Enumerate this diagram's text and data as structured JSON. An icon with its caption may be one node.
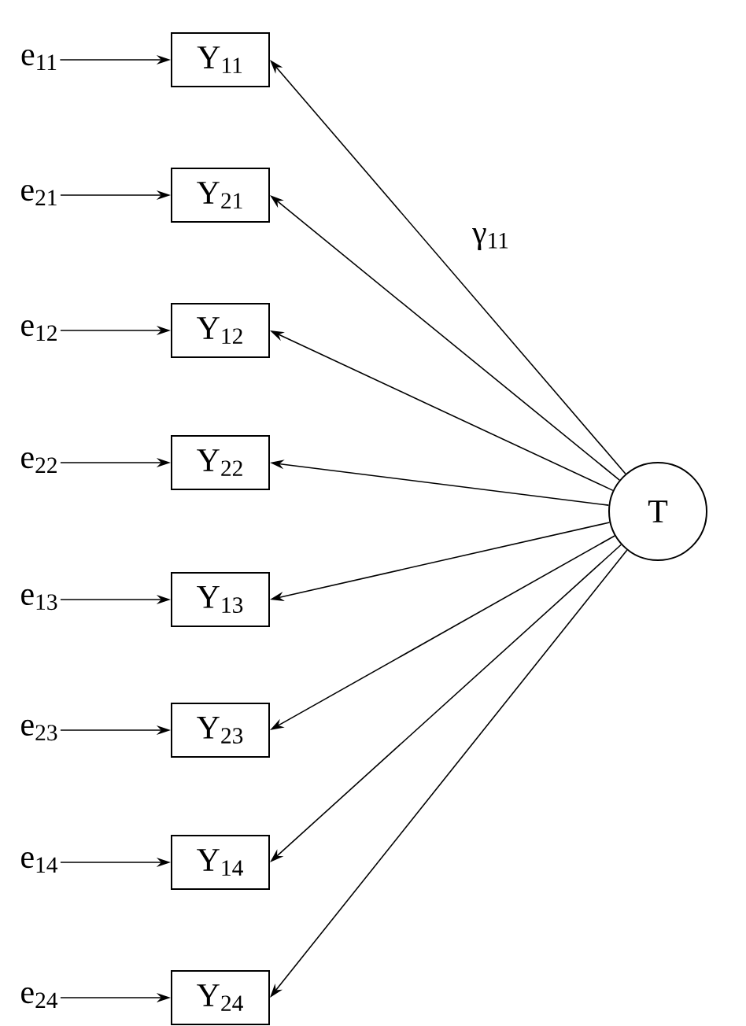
{
  "diagram": {
    "nodes": [
      {
        "text": [
          "e$_{11}$"
        ]
      },
      {
        "text": [
          "Y$_{11}$"
        ]
      },
      {
        "text": [
          "e$_{21}$"
        ]
      },
      {
        "text": [
          "Y$_{21}$"
        ]
      },
      {
        "text": [
          "e$_{12}$"
        ]
      },
      {
        "text": [
          "Y$_{12}$"
        ]
      },
      {
        "text": [
          "e$_{22}$"
        ]
      },
      {
        "text": [
          "Y$_{22}$"
        ]
      },
      {
        "text": [
          "e$_{13}$"
        ]
      },
      {
        "text": [
          "Y$_{13}$"
        ]
      },
      {
        "text": [
          "e$_{23}$"
        ]
      },
      {
        "text": [
          "Y$_{23}$"
        ]
      },
      {
        "text": [
          "e$_{14}$"
        ]
      },
      {
        "text": [
          "Y$_{14}$"
        ]
      },
      {
        "text": [
          "e$_{24}$"
        ]
      },
      {
        "text": [
          "Y$_{24}$"
        ]
      },
      {
        "text": [
          "T"
        ]
      }
    ],
    "edges": [
      {
        "from": 0,
        "to": 1,
        "arrow": "to"
      },
      {
        "from": 2,
        "to": 3,
        "arrow": "to"
      },
      {
        "from": 4,
        "to": 5,
        "arrow": "to"
      },
      {
        "from": 6,
        "to": 7,
        "arrow": "to"
      },
      {
        "from": 8,
        "to": 9,
        "arrow": "to"
      },
      {
        "from": 10,
        "to": 11,
        "arrow": "to"
      },
      {
        "from": 12,
        "to": 13,
        "arrow": "to"
      },
      {
        "from": 14,
        "to": 15,
        "arrow": "to"
      },
      {
        "from": 16,
        "to": 1,
        "arrow": "to",
        "label": "γ$_{11}$"
      },
      {
        "from": 16,
        "to": 3,
        "arrow": "to"
      },
      {
        "from": 16,
        "to": 5,
        "arrow": "to"
      },
      {
        "from": 16,
        "to": 7,
        "arrow": "to"
      },
      {
        "from": 16,
        "to": 9,
        "arrow": "to"
      },
      {
        "from": 16,
        "to": 11,
        "arrow": "to"
      },
      {
        "from": 16,
        "to": 13,
        "arrow": "to"
      },
      {
        "from": 16,
        "to": 15,
        "arrow": "to"
      }
    ]
  }
}
